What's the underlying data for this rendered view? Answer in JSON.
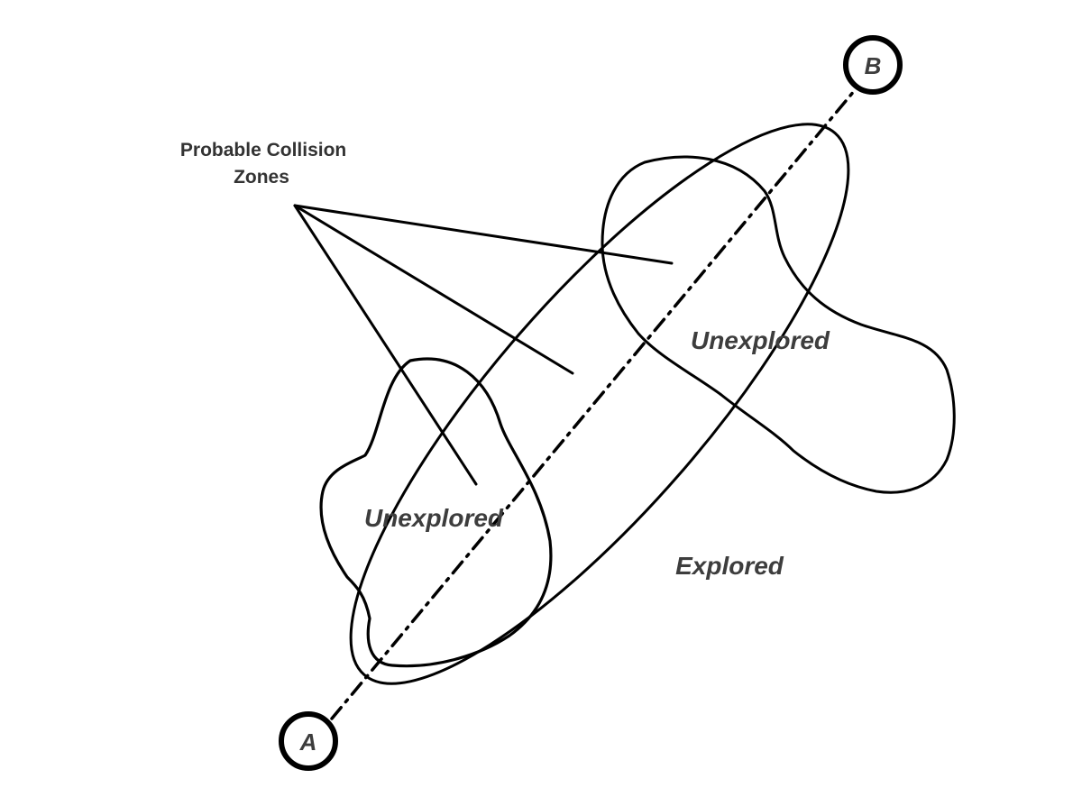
{
  "diagram": {
    "callout": {
      "lines": [
        "Probable Collision",
        "Zones"
      ]
    },
    "regions": {
      "unexplored_left": "Unexplored",
      "unexplored_right": "Unexplored",
      "explored": "Explored"
    },
    "nodes": {
      "start": "A",
      "end": "B"
    },
    "colors": {
      "ink": "#000000",
      "label_text": "#3d3d3d",
      "background": "#ffffff"
    }
  }
}
